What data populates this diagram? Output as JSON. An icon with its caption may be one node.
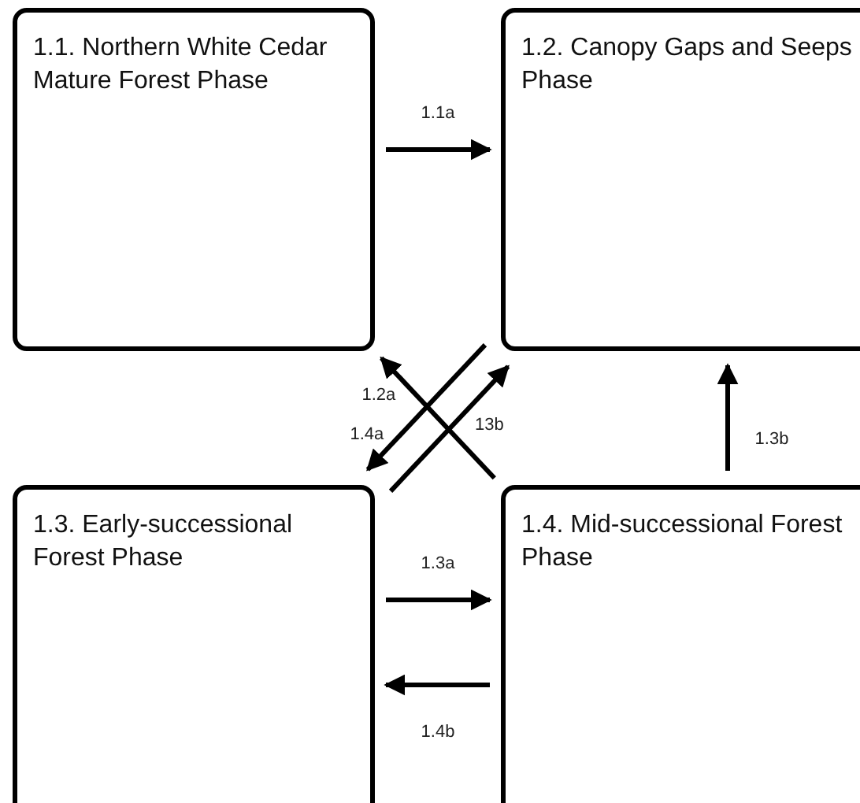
{
  "diagram": {
    "nodes": [
      {
        "text": [
          "1.1. Northern White Cedar Mature Forest Phase"
        ]
      },
      {
        "text": [
          "1.2. Canopy Gaps and Seeps Phase"
        ]
      },
      {
        "text": [
          "1.3. Early-successional Forest Phase"
        ]
      },
      {
        "text": [
          "1.4. Mid-successional Forest Phase"
        ]
      }
    ],
    "edges": [
      {
        "from": 0,
        "to": 1,
        "arrow": "to",
        "label": "1.1a"
      },
      {
        "from": 3,
        "to": 0,
        "arrow": "to",
        "label": "1.2a"
      },
      {
        "from": 1,
        "to": 2,
        "arrow": "to",
        "label": "1.4a"
      },
      {
        "from": 2,
        "to": 1,
        "arrow": "to",
        "label": "13b"
      },
      {
        "from": 2,
        "to": 3,
        "arrow": "to",
        "label": "1.3a"
      },
      {
        "from": 3,
        "to": 2,
        "arrow": "to",
        "label": "1.4b"
      },
      {
        "from": 3,
        "to": 1,
        "arrow": "to",
        "label": "1.3b"
      }
    ]
  }
}
